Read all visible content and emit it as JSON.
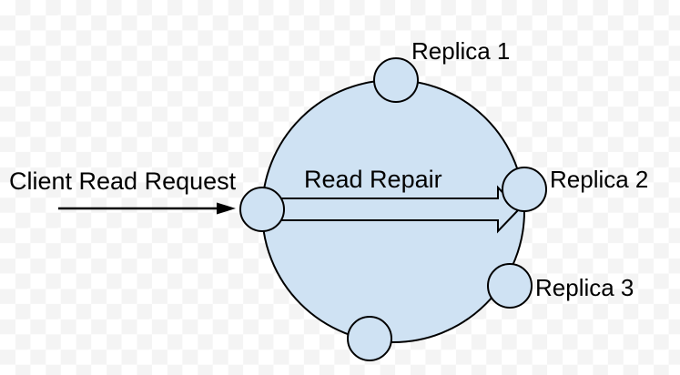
{
  "diagram": {
    "type": "ring-topology",
    "labels": {
      "client_read_request": "Client Read Request",
      "read_repair": "Read Repair",
      "replica_1": "Replica 1",
      "replica_2": "Replica 2",
      "replica_3": "Replica 3"
    },
    "nodes": [
      {
        "id": "node-top",
        "label": "Replica 1"
      },
      {
        "id": "node-right",
        "label": "Replica 2"
      },
      {
        "id": "node-bottom-right",
        "label": "Replica 3"
      },
      {
        "id": "node-left",
        "label": ""
      },
      {
        "id": "node-bottom",
        "label": ""
      }
    ],
    "arrows": [
      {
        "id": "client-read-request-arrow",
        "label": "Client Read Request",
        "style": "solid-line-arrow"
      },
      {
        "id": "read-repair-arrow",
        "label": "Read Repair",
        "style": "hollow-block-arrow"
      }
    ],
    "colors": {
      "shape_fill": "#cfe2f3",
      "shape_stroke": "#000000",
      "text": "#000000",
      "checker_light": "#ffffff",
      "checker_dark": "#f4f4f4"
    }
  }
}
